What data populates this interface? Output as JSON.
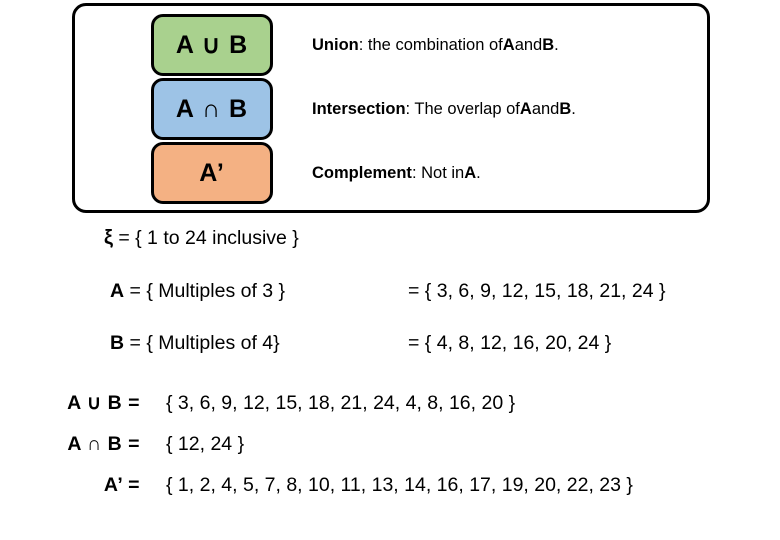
{
  "legend": {
    "rows": [
      {
        "chip_label": "A  ∪  B",
        "chip_color": "#a9d18e",
        "chip_name": "union",
        "term": "Union",
        "desc_before": ": the combination of ",
        "operand1": "A",
        "desc_middle": " and ",
        "operand2": "B",
        "desc_after": "."
      },
      {
        "chip_label": "A  ∩  B",
        "chip_color": "#9dc3e6",
        "chip_name": "intersection",
        "term": "Intersection",
        "desc_before": ": The overlap of ",
        "operand1": "A",
        "desc_middle": " and ",
        "operand2": "B",
        "desc_after": "."
      },
      {
        "chip_label": "A’",
        "chip_color": "#f4b183",
        "chip_name": "complement",
        "term": "Complement",
        "desc_before": ": Not in ",
        "operand1": "A",
        "desc_middle": "",
        "operand2": "",
        "desc_after": "."
      }
    ]
  },
  "definitions": {
    "universal_symbol": "ξ",
    "universal_text": " =  { 1 to 24 inclusive }",
    "set_a": {
      "name": "A",
      "rule": " =  { Multiples of 3 }",
      "elements": "= { 3, 6, 9, 12, 15, 18, 21, 24 }"
    },
    "set_b": {
      "name": "B",
      "rule": " =  { Multiples of 4}",
      "elements": "= { 4, 8, 12, 16, 20, 24 }"
    }
  },
  "results": {
    "rows": [
      {
        "label": "A  ∪  B  =",
        "value": "{ 3, 6, 9, 12, 15, 18, 21, 24, 4, 8, 16, 20 }",
        "name": "union-result"
      },
      {
        "label": "A  ∩  B  =",
        "value": "{ 12, 24 }",
        "name": "intersection-result"
      },
      {
        "label": "A’  =",
        "value": "{ 1, 2, 4, 5, 7, 8, 10, 11, 13, 14, 16, 17, 19, 20, 22, 23 }",
        "name": "complement-result"
      }
    ]
  },
  "colors": {
    "union": "#a9d18e",
    "intersection": "#9dc3e6",
    "complement": "#f4b183",
    "outline": "#000000",
    "background": "#ffffff"
  }
}
